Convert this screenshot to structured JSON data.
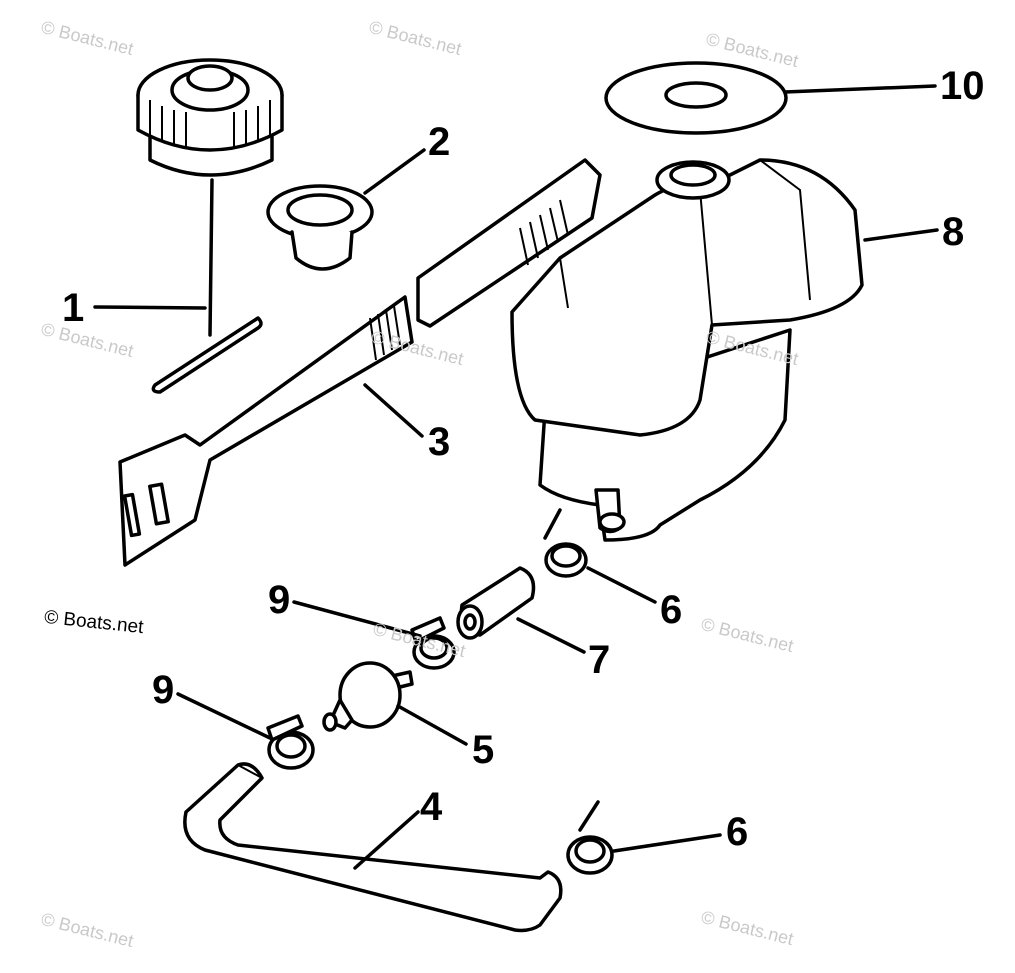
{
  "watermark": "© Boats.net",
  "callouts": {
    "c1": "1",
    "c2": "2",
    "c3": "3",
    "c4": "4",
    "c5": "5",
    "c6a": "6",
    "c6b": "6",
    "c7": "7",
    "c8": "8",
    "c9a": "9",
    "c9b": "9",
    "c10": "10"
  },
  "parts": [
    {
      "ref": "1",
      "icon": "fuel-cap-with-dipstick-icon"
    },
    {
      "ref": "2",
      "icon": "gasket-icon"
    },
    {
      "ref": "3",
      "icon": "strap-icon"
    },
    {
      "ref": "4",
      "icon": "hose-icon"
    },
    {
      "ref": "5",
      "icon": "filter-icon"
    },
    {
      "ref": "6",
      "icon": "clamp-icon"
    },
    {
      "ref": "7",
      "icon": "short-hose-icon"
    },
    {
      "ref": "8",
      "icon": "fuel-tank-icon"
    },
    {
      "ref": "9",
      "icon": "clip-icon"
    },
    {
      "ref": "10",
      "icon": "washer-icon"
    }
  ]
}
